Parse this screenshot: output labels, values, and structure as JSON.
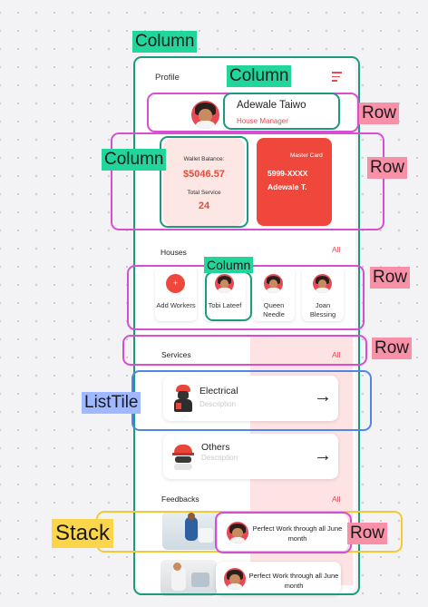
{
  "header": {
    "title": "Profile",
    "menu_icon": "hamburger-menu-icon"
  },
  "profile": {
    "name": "Adewale Taiwo",
    "role": "House Manager"
  },
  "wallet": {
    "balance_label": "Wallet Balance:",
    "balance_value": "$5046.57",
    "service_label": "Total Service",
    "service_value": "24"
  },
  "card": {
    "type": "Master Card",
    "number": "5999-XXXX",
    "holder": "Adewale T."
  },
  "houses": {
    "title": "Houses",
    "all_label": "All",
    "items": [
      {
        "label": "Add Workers",
        "icon": "plus-icon"
      },
      {
        "label": "Tobi Lateef"
      },
      {
        "label": "Queen Needle"
      },
      {
        "label": "Joan Blessing"
      }
    ]
  },
  "services": {
    "title": "Services",
    "all_label": "All",
    "items": [
      {
        "title": "Electrical",
        "subtitle": "Description",
        "icon": "electrician-icon"
      },
      {
        "title": "Others",
        "subtitle": "Description",
        "icon": "worker-icon"
      }
    ]
  },
  "feedbacks": {
    "title": "Feedbacks",
    "all_label": "All",
    "items": [
      {
        "text": "Perfect Work through all June month"
      },
      {
        "text": "Perfect Work through all June month"
      }
    ]
  },
  "annotations": {
    "column_outer": "Column",
    "column_header": "Column",
    "row_profile": "Row",
    "column_wallet": "Column",
    "row_cards": "Row",
    "column_house": "Column",
    "row_houses": "Row",
    "row_services": "Row",
    "listtile": "ListTile",
    "stack": "Stack",
    "row_feedback": "Row"
  },
  "colors": {
    "accent_red": "#f0473c",
    "wallet_bg": "#fde7e4",
    "column_green": "#22d69b",
    "row_pink": "#f890a8",
    "listtile_blue": "#9fb8ff",
    "stack_yellow": "#fbd64a"
  }
}
